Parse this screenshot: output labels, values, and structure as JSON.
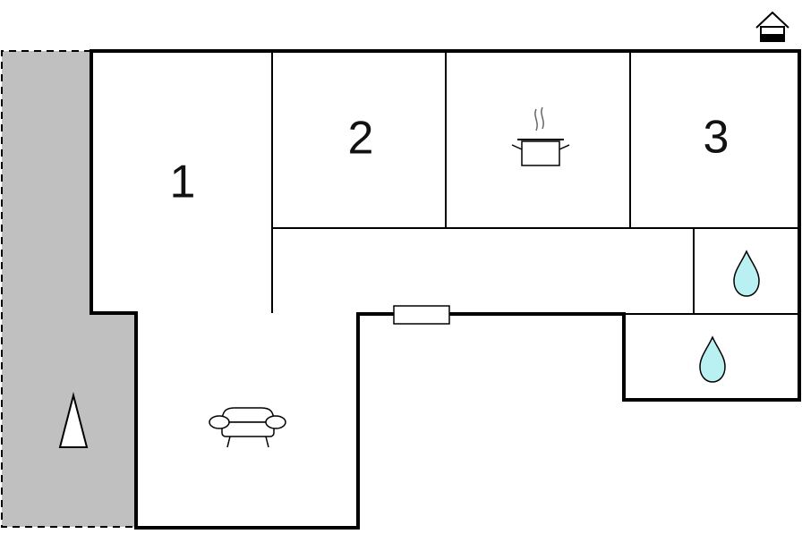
{
  "floorplan": {
    "rooms": [
      {
        "label": "1"
      },
      {
        "label": "2"
      },
      {
        "label": "3"
      }
    ],
    "icons": [
      "home-icon",
      "kitchen-pot-icon",
      "water-drop-icon",
      "water-drop-icon",
      "sofa-icon",
      "north-arrow-icon",
      "window-icon"
    ],
    "colors": {
      "wall": "#000000",
      "terrace": "#c0c0c0",
      "water": "#b9f0f2",
      "background": "#ffffff"
    }
  }
}
